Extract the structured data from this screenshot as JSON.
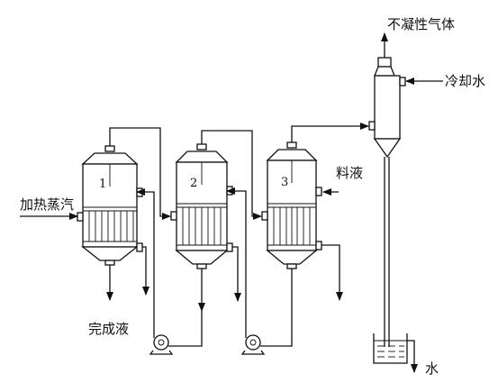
{
  "labels": {
    "heating_steam": "加热蒸汽",
    "finished_liquid": "完成液",
    "feed_liquid": "料液",
    "cooling_water": "冷却水",
    "noncondensable_gas": "不凝性气体",
    "water": "水"
  },
  "evaporators": [
    "1",
    "2",
    "3"
  ]
}
